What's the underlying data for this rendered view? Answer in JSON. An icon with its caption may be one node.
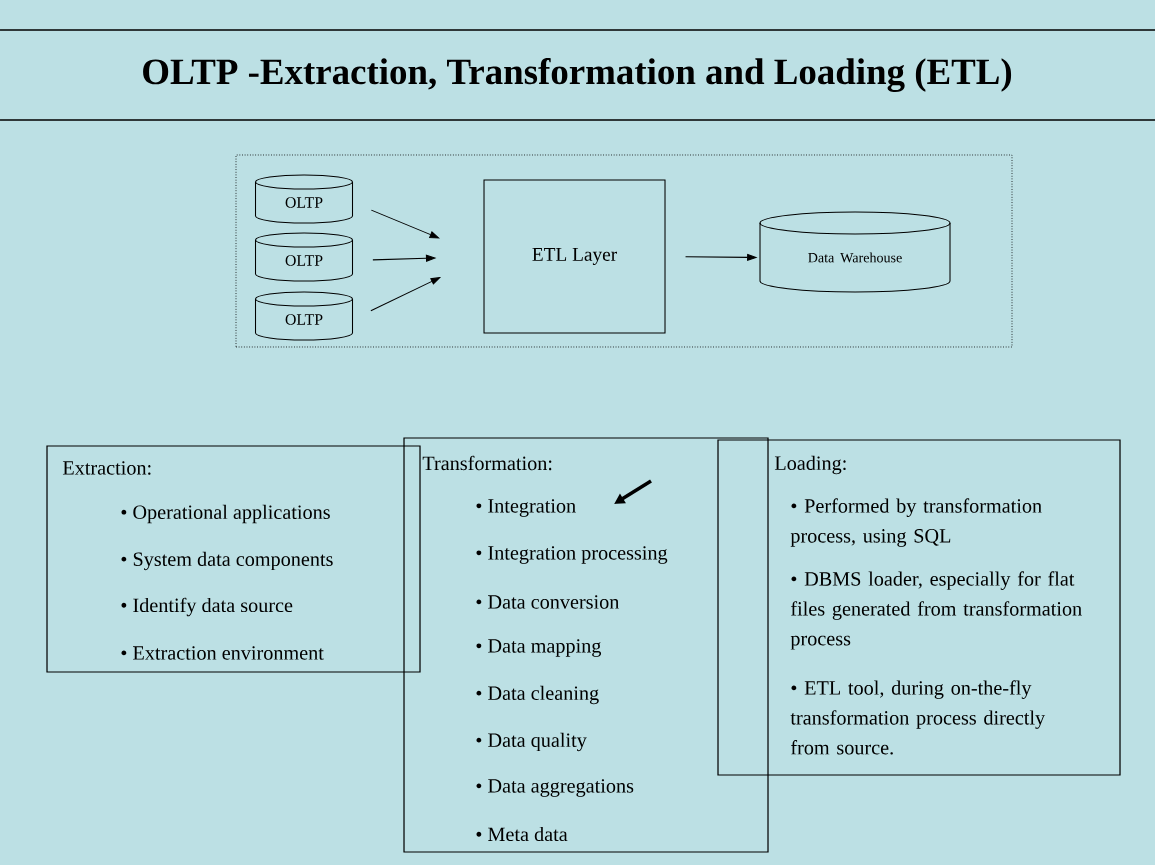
{
  "diagram": {
    "title": "OLTP -Extraction, Transformation and Loading (ETL)",
    "nodes": [
      {
        "text": [],
        "shape": "box"
      },
      {
        "text": [
          "OLTP"
        ],
        "in": 0
      },
      {
        "text": [
          "OLTP"
        ],
        "in": 0
      },
      {
        "text": [
          "OLTP"
        ],
        "in": 0
      },
      {
        "text": [
          "ETL Layer"
        ],
        "in": 0
      },
      {
        "text": [
          "Data Warehouse"
        ],
        "in": 0
      },
      {
        "text": [
          "Extraction:",
          "• Operational applications",
          "• System data components",
          "• Identify data source",
          "• Extraction environment"
        ]
      },
      {
        "text": [
          "Transformation:",
          "• Integration",
          "• Integration processing",
          "• Data conversion",
          "• Data mapping",
          "• Data cleaning",
          "• Data quality",
          "• Data aggregations",
          "• Meta data"
        ]
      },
      {
        "text": [
          "Loading:",
          "• Performed by transformation process, using SQL",
          "• DBMS loader, especially for flat files generated from transformation process",
          "• ETL tool, during on-the-fly transformation process directly from source."
        ]
      }
    ],
    "edges": [
      {
        "from": 1,
        "to": 4,
        "arrow": "to"
      },
      {
        "from": 2,
        "to": 4,
        "arrow": "to"
      },
      {
        "from": 3,
        "to": 4,
        "arrow": "to"
      },
      {
        "from": 4,
        "to": 5,
        "arrow": "to"
      }
    ]
  }
}
